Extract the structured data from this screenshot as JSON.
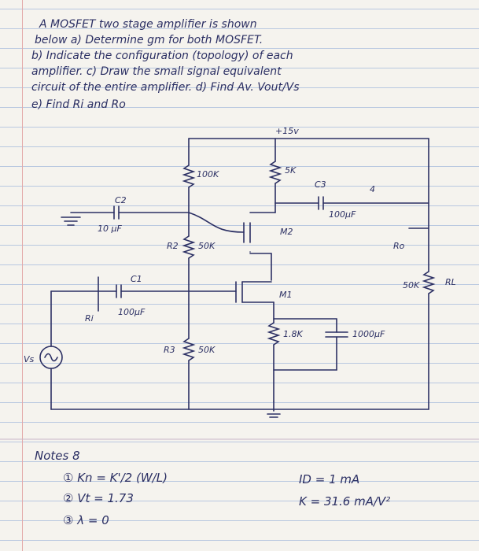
{
  "problem": {
    "lines": [
      "A  MOSFET   two stage  amplifier  is  shown",
      "below  a)   Determine   gm   for  both   MOSFET.",
      "b) Indicate  the   configuration (topology)  of  each",
      "amplifier.   c)  Draw  the  small  signal  equivalent",
      "circuit  of  the   entire  amplifier.   d)  Find  Av.  Vout/Vs",
      "e) Find   Ri  and  Ro"
    ]
  },
  "circuit": {
    "supply": "+15v",
    "r_top_left": "100K",
    "r_drain": "5K",
    "c3": "C3",
    "c3_value": "100μF",
    "marker_4": "4",
    "c2": "C2",
    "c2_value": "10 μF",
    "m2": "M2",
    "r2": "R2",
    "r2_value": "50K",
    "ro": "Ro",
    "rl": "RL",
    "rl_value": "50K",
    "c1": "C1",
    "c1_value": "100μF",
    "m1": "M1",
    "ri": "Ri",
    "r_source": "1.8K",
    "c_source": "1000μF",
    "r3": "R3",
    "r3_value": "50K",
    "vs": "Vs"
  },
  "notes": {
    "title": "Notes 8",
    "items": [
      "① Kn = K'/2 (W/L)",
      "② Vt = 1.73",
      "③ λ = 0"
    ],
    "id": "ID = 1 mA",
    "k": "K = 31.6 mA/V²"
  }
}
